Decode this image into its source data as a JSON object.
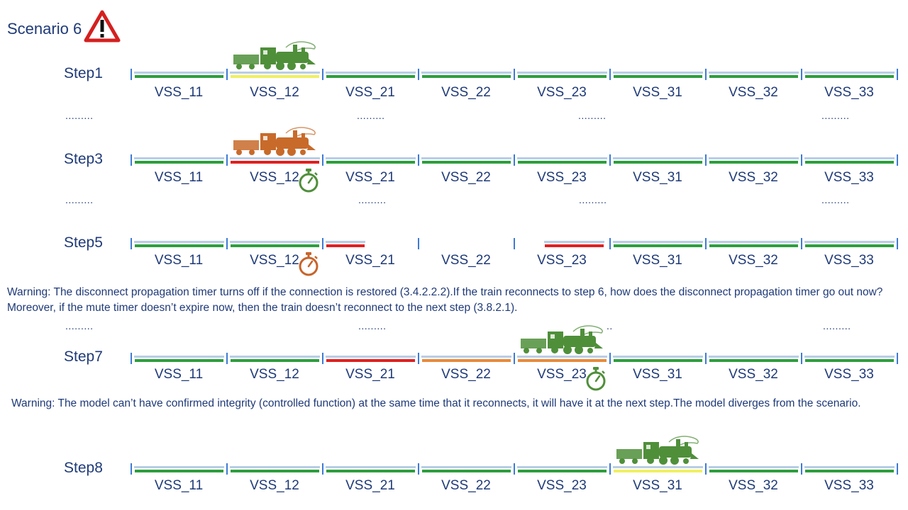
{
  "title": "Scenario 6",
  "icons": {
    "warning": "warning-triangle-icon",
    "timer": "stopwatch-icon",
    "train": "steam-locomotive-icon"
  },
  "colors": {
    "free": "#2e9e3e",
    "occupied": "#e02020",
    "unknown": "#f0f060",
    "ambiguous": "#e88a3a",
    "track": "#b8cde6",
    "text": "#1f3a78",
    "train_green": "#4f8f3a",
    "train_orange": "#c86a2a",
    "timer_green": "#4f8f3a",
    "timer_orange": "#c8642a"
  },
  "vss_labels": [
    "VSS_11",
    "VSS_12",
    "VSS_21",
    "VSS_22",
    "VSS_23",
    "VSS_31",
    "VSS_32",
    "VSS_33"
  ],
  "ellipsis": ".........",
  "steps": [
    {
      "label": "Step1",
      "states": [
        "free",
        "unknown",
        "free",
        "free",
        "free",
        "free",
        "free",
        "free"
      ],
      "train_on": 1,
      "train_color": "green"
    },
    {
      "label": "Step3",
      "states": [
        "free",
        "occupied",
        "free",
        "free",
        "free",
        "free",
        "free",
        "free"
      ],
      "train_on": 1,
      "train_color": "orange",
      "timer_on": 1,
      "timer_color": "green"
    },
    {
      "label": "Step5",
      "states": [
        "free",
        "free",
        "occupied-partial",
        "none",
        "occupied-partial-right",
        "free",
        "free",
        "free"
      ],
      "timer_on": 1,
      "timer_color": "orange"
    },
    {
      "label": "Step7",
      "states": [
        "free",
        "free",
        "occupied",
        "ambiguous",
        "ambiguous",
        "free",
        "free",
        "free"
      ],
      "train_on": 4,
      "train_color": "green",
      "timer_on": 4,
      "timer_color": "green"
    },
    {
      "label": "Step8",
      "states": [
        "free",
        "free",
        "free",
        "free",
        "free",
        "unknown",
        "free",
        "free"
      ],
      "train_on": 5,
      "train_color": "green"
    }
  ],
  "warnings": [
    "Warning: The disconnect propagation timer turns off if the connection is restored (3.4.2.2.2).If the train reconnects to step 6, how does the disconnect propagation timer go out now? Moreover, if the mute timer doesn’t expire now, then the train doesn’t reconnect to the next step (3.8.2.1).",
    "Warning: The model can’t have confirmed integrity (controlled function) at the same time that it reconnects, it will have it at the next step.The model diverges from the scenario."
  ]
}
